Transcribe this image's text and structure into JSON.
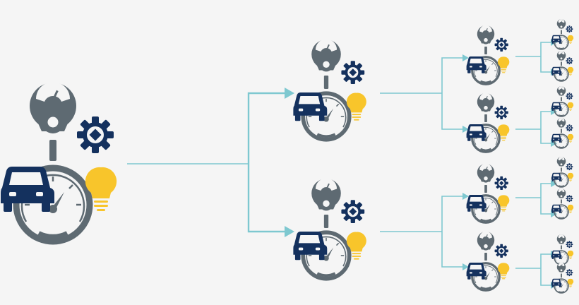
{
  "diagram": {
    "kind": "branching tree",
    "levels": 4,
    "branching": 2,
    "node_icons": [
      "car-icon",
      "parking-meter-icon",
      "gear-icon",
      "speedometer-icon",
      "lightbulb-icon"
    ]
  },
  "colors": {
    "background": "#f5f5f5",
    "connector": "#7ec8d0",
    "car": "#14315e",
    "meter": "#5e6a72",
    "gear": "#14315e",
    "gauge": "#5e6a72",
    "bulb": "#f8c52b"
  }
}
